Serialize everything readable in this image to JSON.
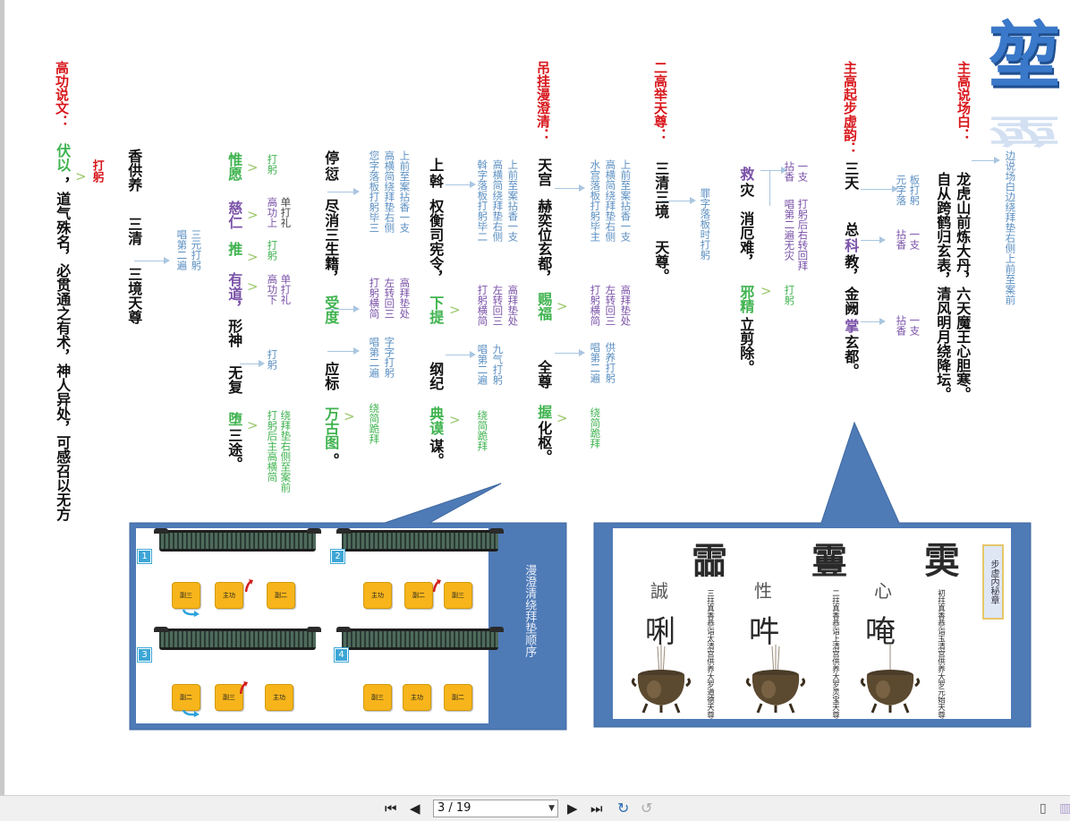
{
  "logo_text": "堃",
  "columns": {
    "c1": {
      "title": "主高说场白：",
      "line1": "龙虎山前炼大丹，六天魔王心胆寒。",
      "line2": "自从跨鹤归玄表，清风明月绕降坛。"
    },
    "c1_note": "边说场白边绕拜垫右侧上前至案前",
    "c2": {
      "title": "主高起步虚韵：",
      "t1": "三天",
      "t2": "总",
      "t3": "科",
      "t4": "教，",
      "t5": "金阙",
      "t6": "掌",
      "t7": "玄都。"
    },
    "c2_notes": {
      "n1a": "板打躬",
      "n1b": "元字落",
      "n2a": "一支",
      "n2b": "拈香",
      "n3a": "一支",
      "n3b": "拈香"
    },
    "c3": {
      "t1": "救",
      "t2": "灾",
      "t3": "消厄难，",
      "t4": "邪精",
      "t5": "立剪除。"
    },
    "c3_notes": {
      "n1a": "一支",
      "n1b": "拈香",
      "n2a": "打躬后右转回拜",
      "n2b": "唱第二遍无灾",
      "n3": "打躬"
    },
    "c4_note": {
      "a": "罪字落板时打躬"
    },
    "c5": {
      "title": "二高举天尊：",
      "t1": "三清三境",
      "t2": "天尊。"
    },
    "c5_notes": {
      "n1a": "上前至案拈香一支",
      "n1b": "高横简绕拜垫右侧",
      "n1c": "水宫落板打躬毕主",
      "n2a": "高拜垫处",
      "n2b": "左转回三",
      "n2c": "打躬横简",
      "n3a": "供养打躬",
      "n3b": "唱第二遍",
      "n4a": "绕简跪拜"
    },
    "c6": {
      "title": "吊挂漫澄清：",
      "t1": "天宫",
      "t2": "赫奕位玄都，",
      "t3": "赐福",
      "t4": "全尊",
      "t5": "握",
      "t6": "化枢。"
    },
    "c6_notes": {
      "n1a": "上前至案拈香一支",
      "n1b": "高横简绕拜垫右侧",
      "n1c": "斡字落板打躬毕二",
      "n2a": "高拜垫处",
      "n2b": "左转回三",
      "n2c": "打躬横简",
      "n3a": "九气打躬",
      "n3b": "唱第二遍",
      "n4a": "绕简跪拜"
    },
    "c7": {
      "t1": "上",
      "t2": "斡",
      "t3": "权衡司宪令，",
      "t4": "下提",
      "t5": "纲纪",
      "t6": "典谟",
      "t7": "谋。"
    },
    "c7_notes": {
      "n1a": "上前至案拈香一支",
      "n1b": "高横简绕拜垫右侧",
      "n1c": "您字落板打躬毕三",
      "n2a": "高拜垫处",
      "n2b": "左转回三",
      "n2c": "打躬横简",
      "n3a": "字字打躬",
      "n3b": "唱第二遍",
      "n4a": "绕简跪拜"
    },
    "c8": {
      "t1": "停",
      "t2": "愆",
      "t3": "尽消三生籍，",
      "t4": "受度",
      "t5": "应标",
      "t6": "万古图",
      "t7": "。"
    },
    "c9": {
      "t1": "惟愿",
      "t2": "慈仁",
      "t3": "推",
      "t4": "有道，",
      "t5": "形神",
      "t6": "无复",
      "t7": "堕",
      "t8": "三途。"
    },
    "c9_notes": {
      "n1": "打躬",
      "n2a": "单打礼",
      "n2b": "高功上",
      "n3": "打躬",
      "n4a": "单打礼",
      "n4b": "高功下",
      "n5": "打躬",
      "n6a": "绕拜垫右侧至案前",
      "n6b": "打躬后主高横简"
    },
    "c10": {
      "t1": "香供养",
      "t2": "三清",
      "t3": "三境天尊"
    },
    "c10_notes": {
      "a": "三元打躬",
      "b": "唱第二遍"
    },
    "c11": {
      "title": "高功说文：",
      "t1": "伏以",
      "t2": "，道气殊名，必贯通之有术，神人异处，可感召以无方"
    },
    "c11_note": "打躬"
  },
  "left_panel": {
    "side_label": "漫澄清绕拜垫顺序",
    "diagrams": [
      {
        "num": "1",
        "seats": [
          "副三",
          "主功",
          "副二"
        ]
      },
      {
        "num": "2",
        "seats": [
          "主功",
          "副二",
          "副三"
        ]
      },
      {
        "num": "3",
        "seats": [
          "副二",
          "副三",
          "主功"
        ]
      },
      {
        "num": "4",
        "seats": [
          "副三",
          "主功",
          "副二"
        ]
      }
    ]
  },
  "right_panel": {
    "tag": "步虚内秘章",
    "big": [
      "霝",
      "霻",
      "雵"
    ],
    "mid_labels": [
      "誠",
      "性",
      "心"
    ],
    "chars": [
      "唎",
      "吽",
      "唵"
    ],
    "pot_labels": [
      "三拄真香恭诣太清宫供养大罗道德天尊",
      "二拄真香恭诣上清宫供养大罗灵宝天尊",
      "初拄真香恭诣玉清宫供养大罗元始天尊"
    ]
  },
  "toolbar": {
    "page_display": "3 / 19"
  },
  "colors": {
    "blue": "#5b8fc2",
    "purple": "#7a52a8",
    "green": "#3fb34f",
    "red": "#d8161b",
    "callout": "#4e7ab6"
  }
}
